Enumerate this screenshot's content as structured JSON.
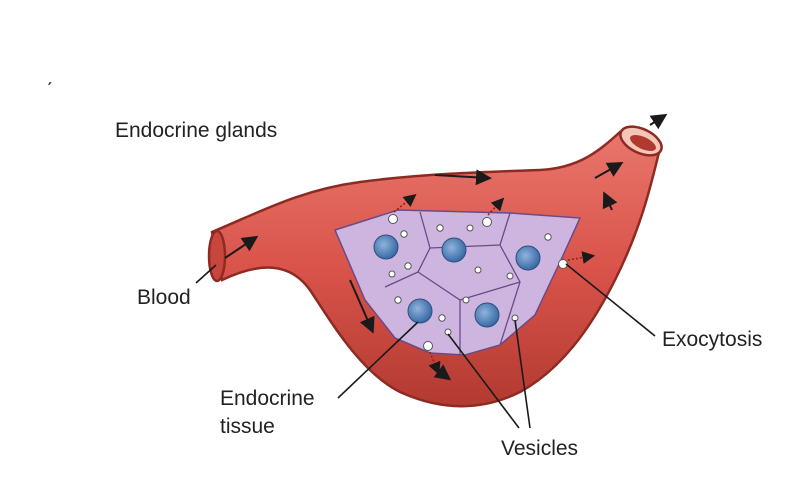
{
  "title": "Endocrine glands",
  "stray_mark": "ˏ",
  "labels": {
    "blood": "Blood",
    "exocytosis": "Exocytosis",
    "tissue_line1": "Endocrine",
    "tissue_line2": "tissue",
    "vesicles": "Vesicles"
  },
  "colors": {
    "vessel": "#d9534a",
    "vessel_dark": "#8e2a22",
    "tissue": "#cdb5e0",
    "nucleus": "#4f7fb8"
  }
}
